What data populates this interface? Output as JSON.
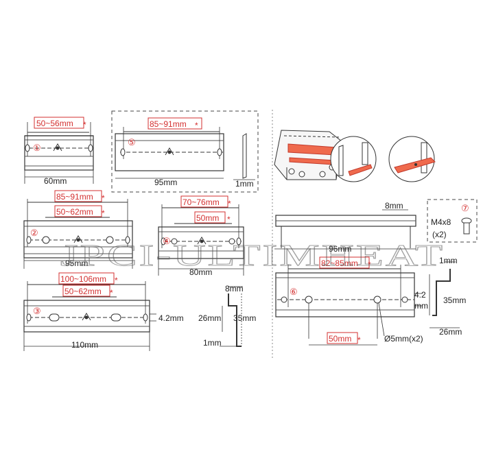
{
  "watermark": "JPCI-ULTIMHEAT",
  "parts": {
    "p1": {
      "number": "①",
      "range": "50~56mm",
      "width": "60mm"
    },
    "p2": {
      "number": "②",
      "range_outer": "85~91mm",
      "range_inner": "50~62mm",
      "width": "95mm"
    },
    "p3": {
      "number": "③",
      "range_outer": "100~106mm",
      "range_inner": "50~62mm",
      "width": "110mm",
      "hole": "4.2mm"
    },
    "p4": {
      "number": "④",
      "range_outer": "70~76mm",
      "range_inner": "50mm",
      "width": "80mm"
    },
    "p5": {
      "number": "⑤",
      "range": "85~91mm",
      "width": "95mm",
      "thickness": "1mm"
    },
    "p6": {
      "number": "⑥",
      "range": "82~85mm",
      "width": "96mm",
      "top": "8mm",
      "hole_spacing": "50mm",
      "hole_dia": "Ø5mm(x2)",
      "hole_h_a": "4.2",
      "hole_h_b": "mm"
    },
    "p7": {
      "number": "⑦",
      "screw_a": "M4x8",
      "screw_b": "(x2)"
    }
  },
  "profile_left": {
    "top": "8mm",
    "inner": "26mm",
    "outer": "35mm",
    "thick": "1mm"
  },
  "profile_right": {
    "thick": "1mm",
    "outer": "35mm",
    "bottom": "26mm"
  },
  "asterisk": "*",
  "colors": {
    "accent": "#d32f2f",
    "line": "#333333",
    "highlight": "#ef6a4d"
  }
}
